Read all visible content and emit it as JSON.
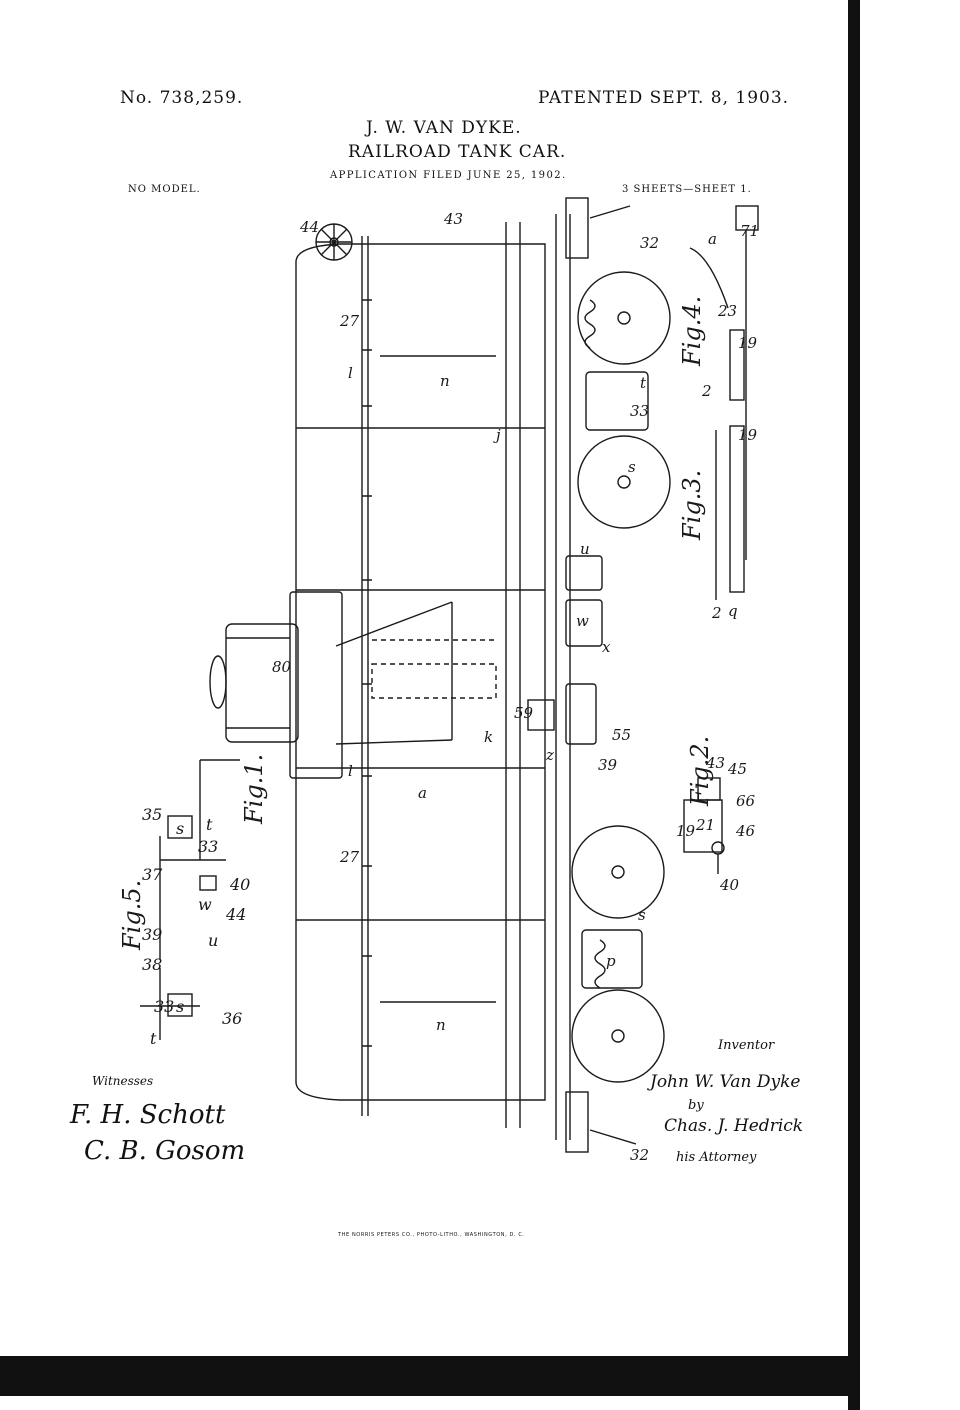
{
  "header": {
    "patent_number": "No. 738,259.",
    "patent_date": "PATENTED SEPT. 8, 1903.",
    "inventor_name": "J. W. VAN DYKE.",
    "title": "RAILROAD TANK CAR.",
    "application": "APPLICATION FILED JUNE 25, 1902.",
    "model": "NO MODEL.",
    "sheets": "3 SHEETS—SHEET 1."
  },
  "figures": {
    "fig1": "Fig.1.",
    "fig2": "Fig.2.",
    "fig3": "Fig.3.",
    "fig4": "Fig.4.",
    "fig5": "Fig.5."
  },
  "labels": {
    "tank_a": "a",
    "handrail_27": "27",
    "rail_l": "l",
    "rod_n": "n",
    "frame_k": "k",
    "part_x": "x",
    "part_w": "w",
    "part_u": "u",
    "part_z": "z",
    "box_59": "59",
    "dome_80": "80",
    "wheel_44": "44",
    "part_43": "43",
    "part_45": "45",
    "part_66": "66",
    "part_46": "46",
    "part_21": "21",
    "part_40": "40",
    "part_19": "19",
    "part_23": "23",
    "part_71": "71",
    "part_32": "32",
    "part_39": "39",
    "part_55": "55",
    "part_33": "33",
    "part_s": "s",
    "part_t": "t",
    "part_p": "p",
    "part_j": "j",
    "part_q": "q",
    "part_2": "2",
    "fig5_35": "35",
    "fig5_37": "37",
    "fig5_39": "39",
    "fig5_38": "38",
    "fig5_36": "36",
    "fig5_33a": "33",
    "fig5_33b": "33",
    "fig5_40": "40",
    "fig5_44": "44",
    "fig5_s": "s",
    "fig5_t": "t",
    "fig5_w": "w",
    "fig5_u": "u"
  },
  "signatures": {
    "inventor_heading": "Inventor",
    "inventor_signature": "John W. Van Dyke",
    "by": "by",
    "attorney_signature": "Chas. J. Hedrick",
    "attorney_role": "his Attorney",
    "witnesses_heading": "Witnesses",
    "witness_1": "F. H. Schott",
    "witness_2": "C. B. Gosom"
  },
  "footer": {
    "lithographer": "THE NORRIS PETERS CO., PHOTO-LITHO., WASHINGTON, D. C."
  }
}
